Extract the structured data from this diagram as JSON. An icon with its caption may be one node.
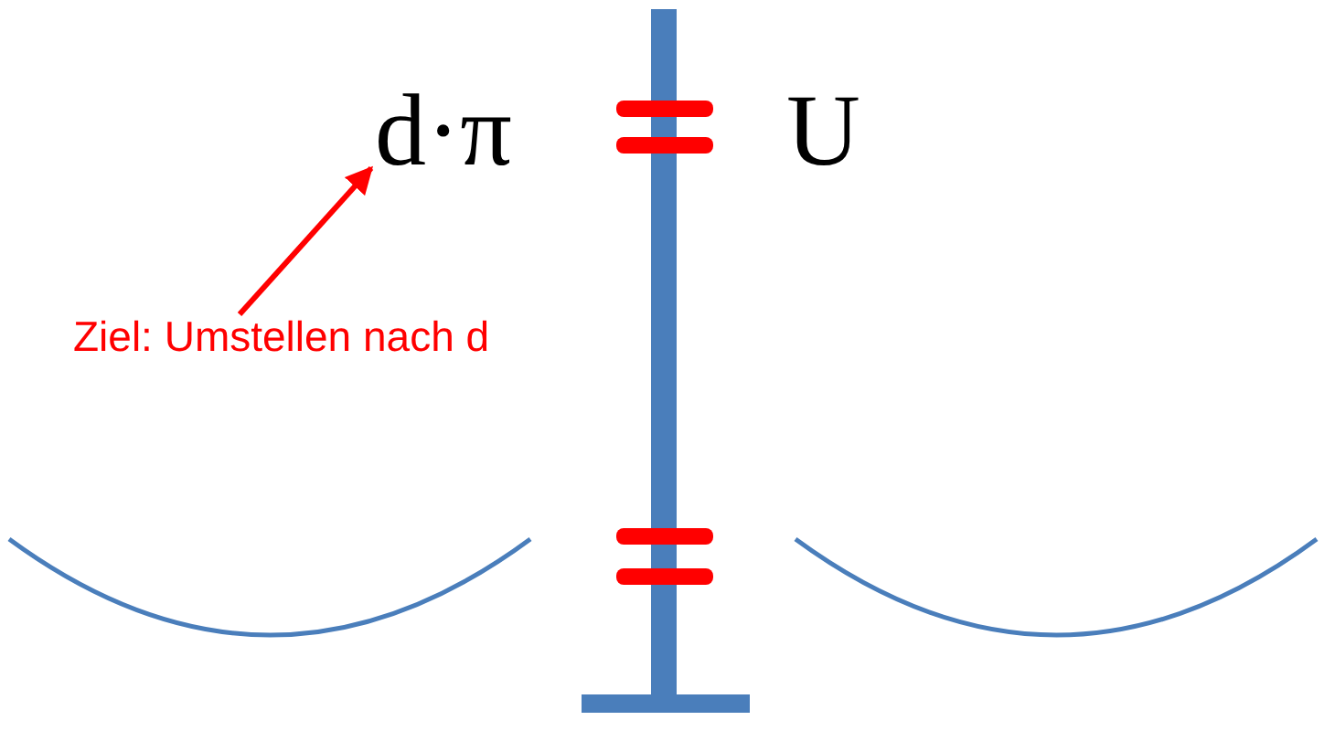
{
  "diagram": {
    "nodes": [
      {
        "text": [
          "d·π"
        ]
      },
      {
        "text": [
          "U"
        ]
      },
      {
        "text": [
          "Ziel: Umstellen nach d"
        ]
      }
    ],
    "edges": [
      {
        "from": 2,
        "to": 0,
        "arrow": "to"
      }
    ]
  }
}
